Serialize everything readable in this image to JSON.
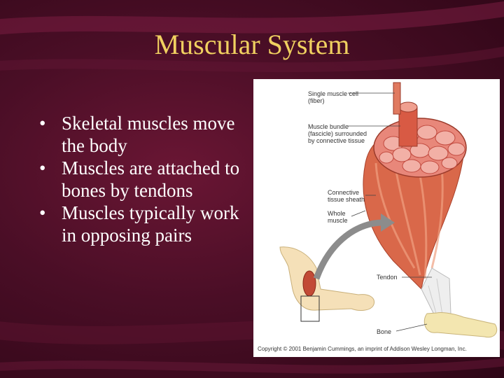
{
  "slide": {
    "title": "Muscular System",
    "bullets": [
      "Skeletal muscles move the body",
      "Muscles are attached to bones by tendons",
      "Muscles typically work in opposing pairs"
    ],
    "bullet_symbol": "•",
    "colors": {
      "background": "#4a0e26",
      "title": "#f0d060",
      "text": "#ffffff"
    }
  },
  "figure": {
    "labels": {
      "single_muscle_cell": "Single muscle cell\n(fiber)",
      "muscle_bundle": "Muscle bundle\n(fascicle) surrounded\nby connective tissue",
      "connective_sheath": "Connective\ntissue sheath",
      "whole_muscle": "Whole\nmuscle",
      "tendon": "Tendon",
      "bone": "Bone"
    },
    "copyright": "Copyright © 2001 Benjamin Cummings, an imprint of Addison Wesley Longman, Inc."
  }
}
